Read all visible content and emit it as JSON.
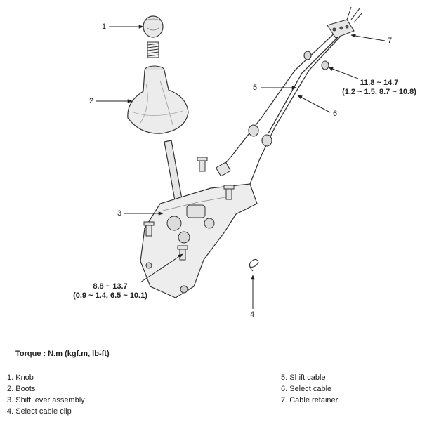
{
  "callouts": {
    "c1": "1",
    "c2": "2",
    "c3": "3",
    "c4": "4",
    "c5": "5",
    "c6": "6",
    "c7": "7"
  },
  "torque_specs": {
    "upper": {
      "line1": "11.8 ~ 14.7",
      "line2": "(1.2 ~ 1.5, 8.7 ~ 10.8)"
    },
    "lower": {
      "line1": "8.8 ~ 13.7",
      "line2": "(0.9 ~ 1.4, 6.5 ~ 10.1)"
    }
  },
  "torque_heading": "Torque : N.m (kgf.m, lb-ft)",
  "legend": {
    "left": [
      "1. Knob",
      "2. Boots",
      "3. Shift lever assembly",
      "4. Select cable clip"
    ],
    "right": [
      "5. Shift cable",
      "6. Select cable",
      "7. Cable retainer"
    ]
  }
}
